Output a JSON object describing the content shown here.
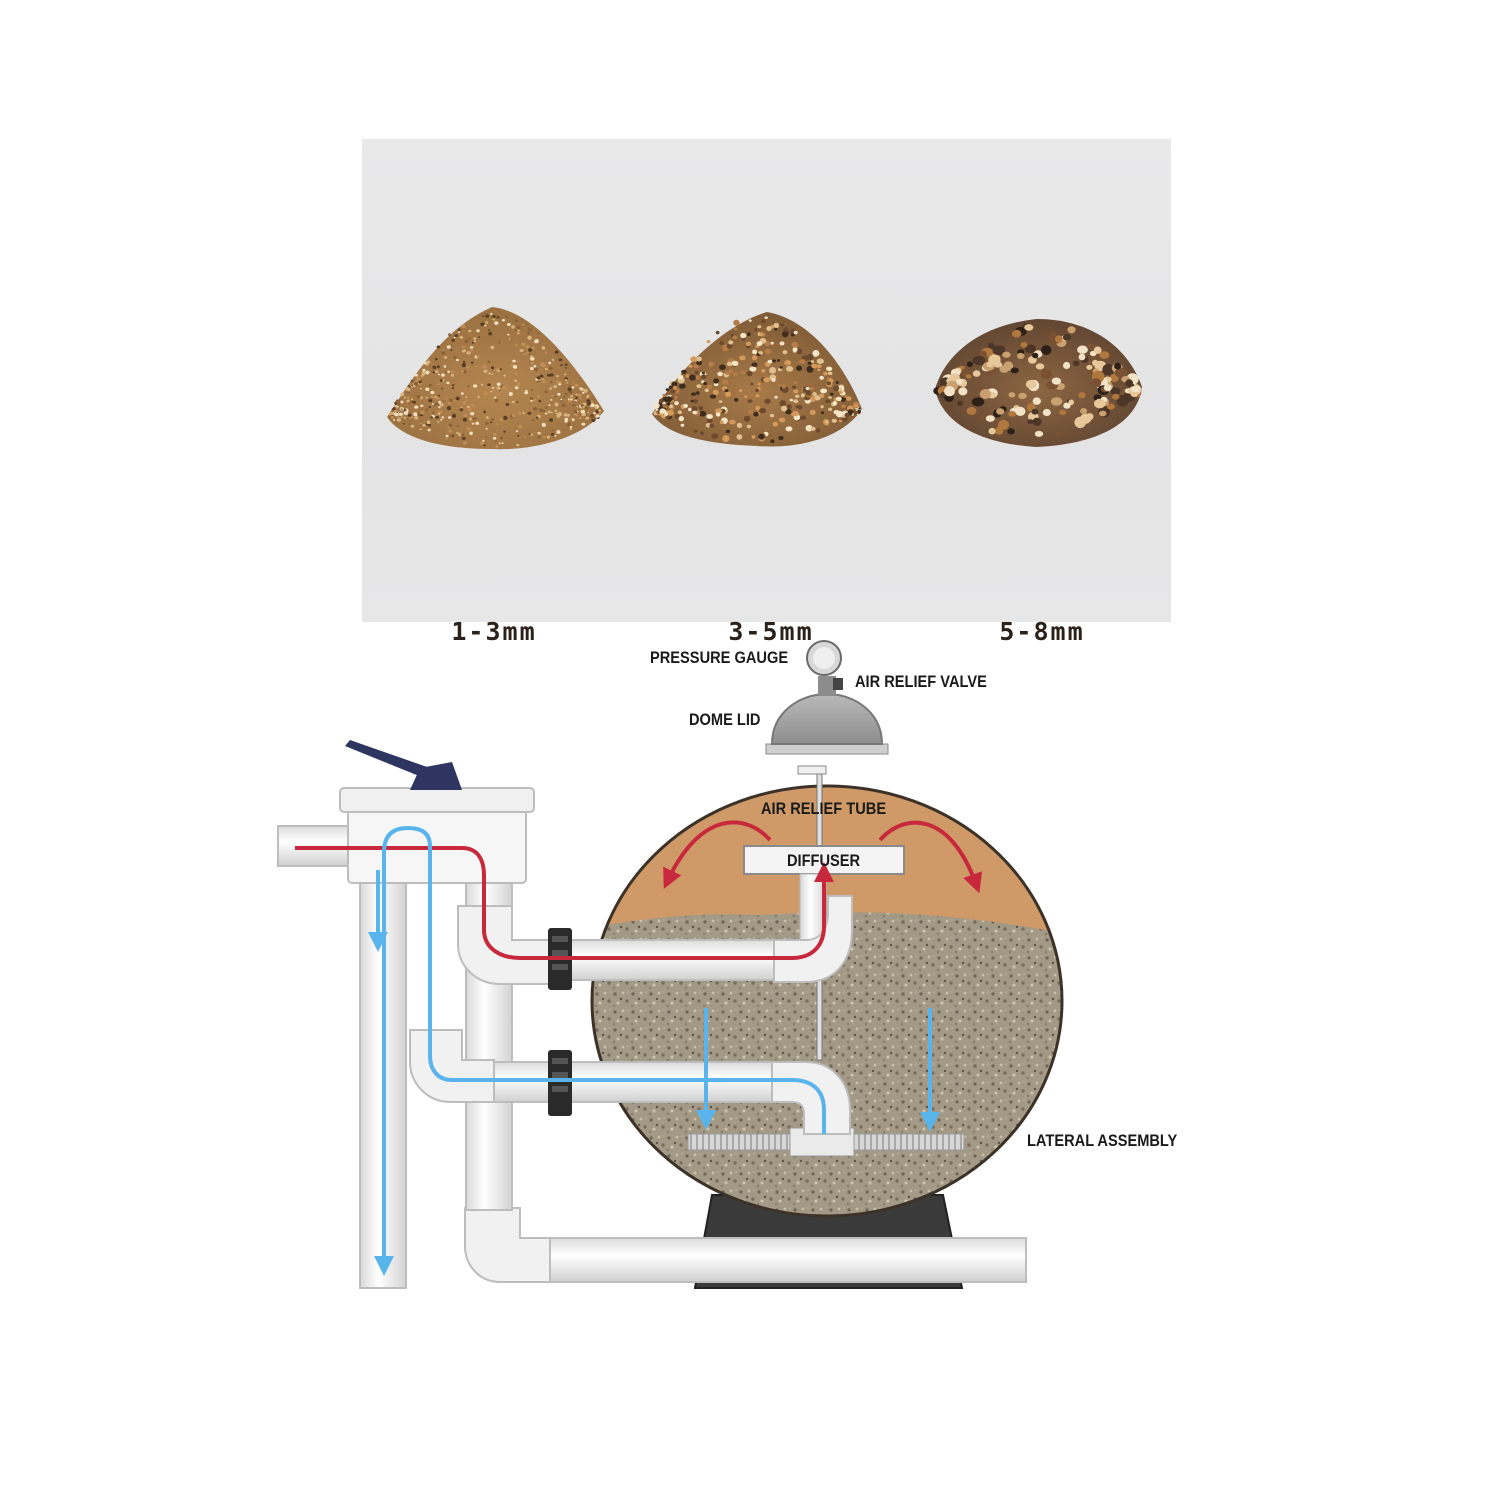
{
  "samples": [
    {
      "size_label": "1-3mm",
      "base_color": "#b98a52"
    },
    {
      "size_label": "3-5mm",
      "base_color": "#a9784a"
    },
    {
      "size_label": "5-8mm",
      "base_color": "#8a6440"
    }
  ],
  "diagram_labels": {
    "pressure_gauge": "PRESSURE GAUGE",
    "air_relief_valve": "AIR RELIEF VALVE",
    "dome_lid": "DOME LID",
    "air_relief_tube": "AIR RELIEF TUBE",
    "diffuser": "DIFFUSER",
    "lateral_assembly": "LATERAL ASSEMBLY"
  },
  "colors": {
    "inflow_arrow": "#c8283c",
    "outflow_arrow": "#5ab4ec",
    "tank_top": "#cf9a68",
    "tank_gravel": "#a09882",
    "pipe": "#f1f1f1",
    "valve_handle": "#2e3560",
    "stand": "#3a3a3a"
  }
}
